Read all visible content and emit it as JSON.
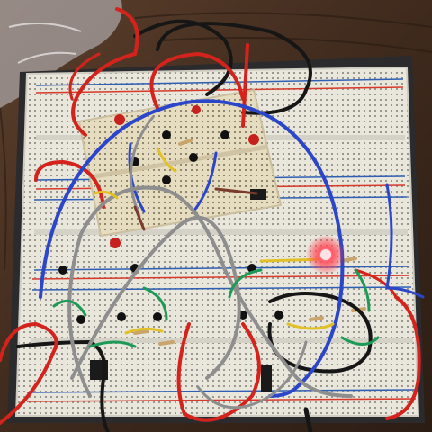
{
  "scene": {
    "subject": "",
    "colors": {
      "table": "#4a3324",
      "board_backing": "#2b2b2e",
      "breadboard": "#e9e6dc",
      "small_breadboard": "#e6dcc0",
      "rail_red": "#d8392b",
      "rail_blue": "#2f5fb5",
      "wire_red": "#d4231c",
      "wire_blue": "#2b46c8",
      "wire_gray": "#8e8e8e",
      "wire_black": "#161616",
      "wire_green": "#1c9a56",
      "wire_yellow": "#e2c126",
      "led_lit": "#ff3b4a",
      "led_unlit": "#c8201d"
    },
    "led_states": [
      {
        "name": "led-large-board",
        "lit": true
      },
      {
        "name": "led-small-board-1",
        "lit": false
      },
      {
        "name": "led-small-board-2",
        "lit": false
      },
      {
        "name": "led-small-board-3",
        "lit": false
      },
      {
        "name": "led-left",
        "lit": false
      }
    ]
  }
}
